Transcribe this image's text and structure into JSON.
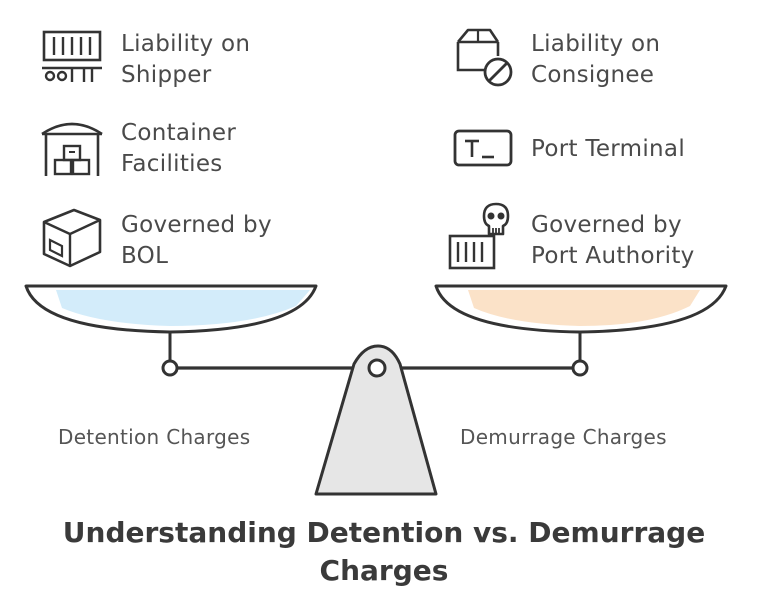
{
  "left": {
    "items": [
      {
        "icon": "shipping-container-truck-icon",
        "text": "Liability on\nShipper"
      },
      {
        "icon": "warehouse-icon",
        "text": "Container\nFacilities"
      },
      {
        "icon": "box-icon",
        "text": "Governed by\nBOL"
      }
    ],
    "label": "Detention Charges",
    "pan_color": "#d3ecfa"
  },
  "right": {
    "items": [
      {
        "icon": "package-blocked-icon",
        "text": "Liability on\nConsignee"
      },
      {
        "icon": "terminal-icon",
        "text": "Port Terminal"
      },
      {
        "icon": "skull-container-icon",
        "text": "Governed by\nPort Authority"
      }
    ],
    "label": "Demurrage Charges",
    "pan_color": "#fbe2c8"
  },
  "title": "Understanding Detention vs. Demurrage\nCharges",
  "colors": {
    "stroke": "#333333",
    "fulcrum": "#e6e6e6"
  }
}
